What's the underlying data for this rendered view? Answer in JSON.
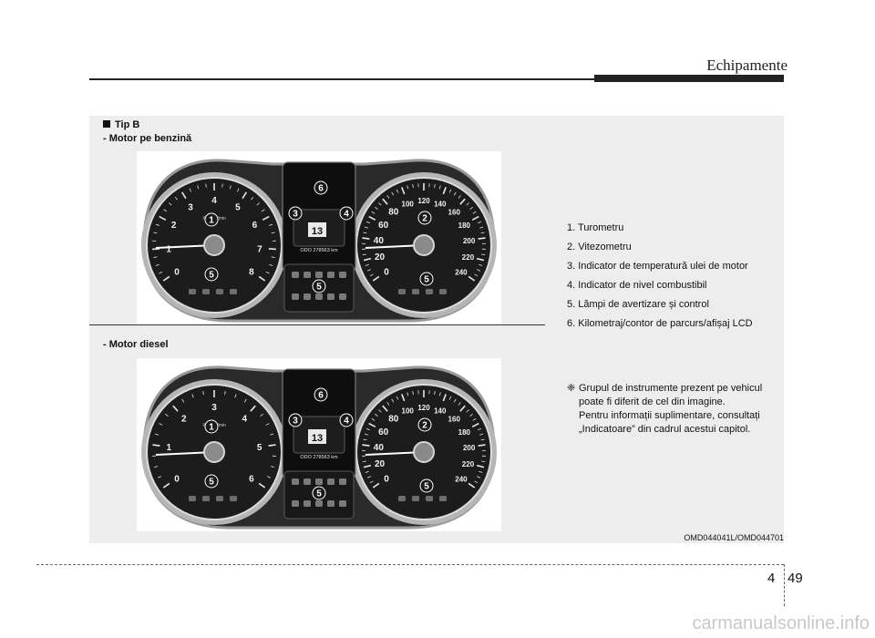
{
  "header": {
    "title": "Echipamente"
  },
  "section_b": {
    "title": "Tip B",
    "subtitle_gasoline": "- Motor pe benzină",
    "subtitle_diesel": "- Motor diesel"
  },
  "legend": {
    "items": [
      "1. Turometru",
      "2. Vitezometru",
      "3. Indicator de temperatură ulei de motor",
      "4. Indicator de nivel combustibil",
      "5. Lămpi de avertizare și control",
      "6. Kilometraj/contor de parcurs/afișaj LCD"
    ]
  },
  "note": {
    "mark": "❈",
    "lines": [
      "Grupul de instrumente prezent pe vehicul",
      "poate fi diferit de cel din imagine.",
      "Pentru informații suplimentare, consultați",
      "„Indicatoare” din cadrul acestui capitol."
    ]
  },
  "caption": "OMD044041L/OMD044701",
  "page": {
    "chapter": "4",
    "number": "49"
  },
  "cluster_gasoline": {
    "tach_ticks": [
      "0",
      "1",
      "2",
      "3",
      "4",
      "5",
      "6",
      "7",
      "8"
    ],
    "tach_unit": "X1000r/min",
    "speed_ticks": [
      "0",
      "20",
      "40",
      "60",
      "80",
      "100",
      "120",
      "140",
      "160",
      "180",
      "200",
      "220",
      "240"
    ],
    "speed_unit": "km/h",
    "lcd_value": "13",
    "odo": "ODO 278563 km",
    "callouts": [
      "1",
      "2",
      "3",
      "4",
      "5",
      "5",
      "5",
      "6"
    ]
  },
  "cluster_diesel": {
    "tach_ticks": [
      "0",
      "1",
      "2",
      "3",
      "4",
      "5",
      "6"
    ],
    "tach_unit": "X1000r/min",
    "speed_ticks": [
      "0",
      "20",
      "40",
      "60",
      "80",
      "100",
      "120",
      "140",
      "160",
      "180",
      "200",
      "220",
      "240"
    ],
    "speed_unit": "km/h",
    "lcd_value": "13",
    "odo": "ODO 278563 km",
    "callouts": [
      "1",
      "2",
      "3",
      "4",
      "5",
      "5",
      "5",
      "6"
    ]
  },
  "watermark": "carmanualsonline.info"
}
